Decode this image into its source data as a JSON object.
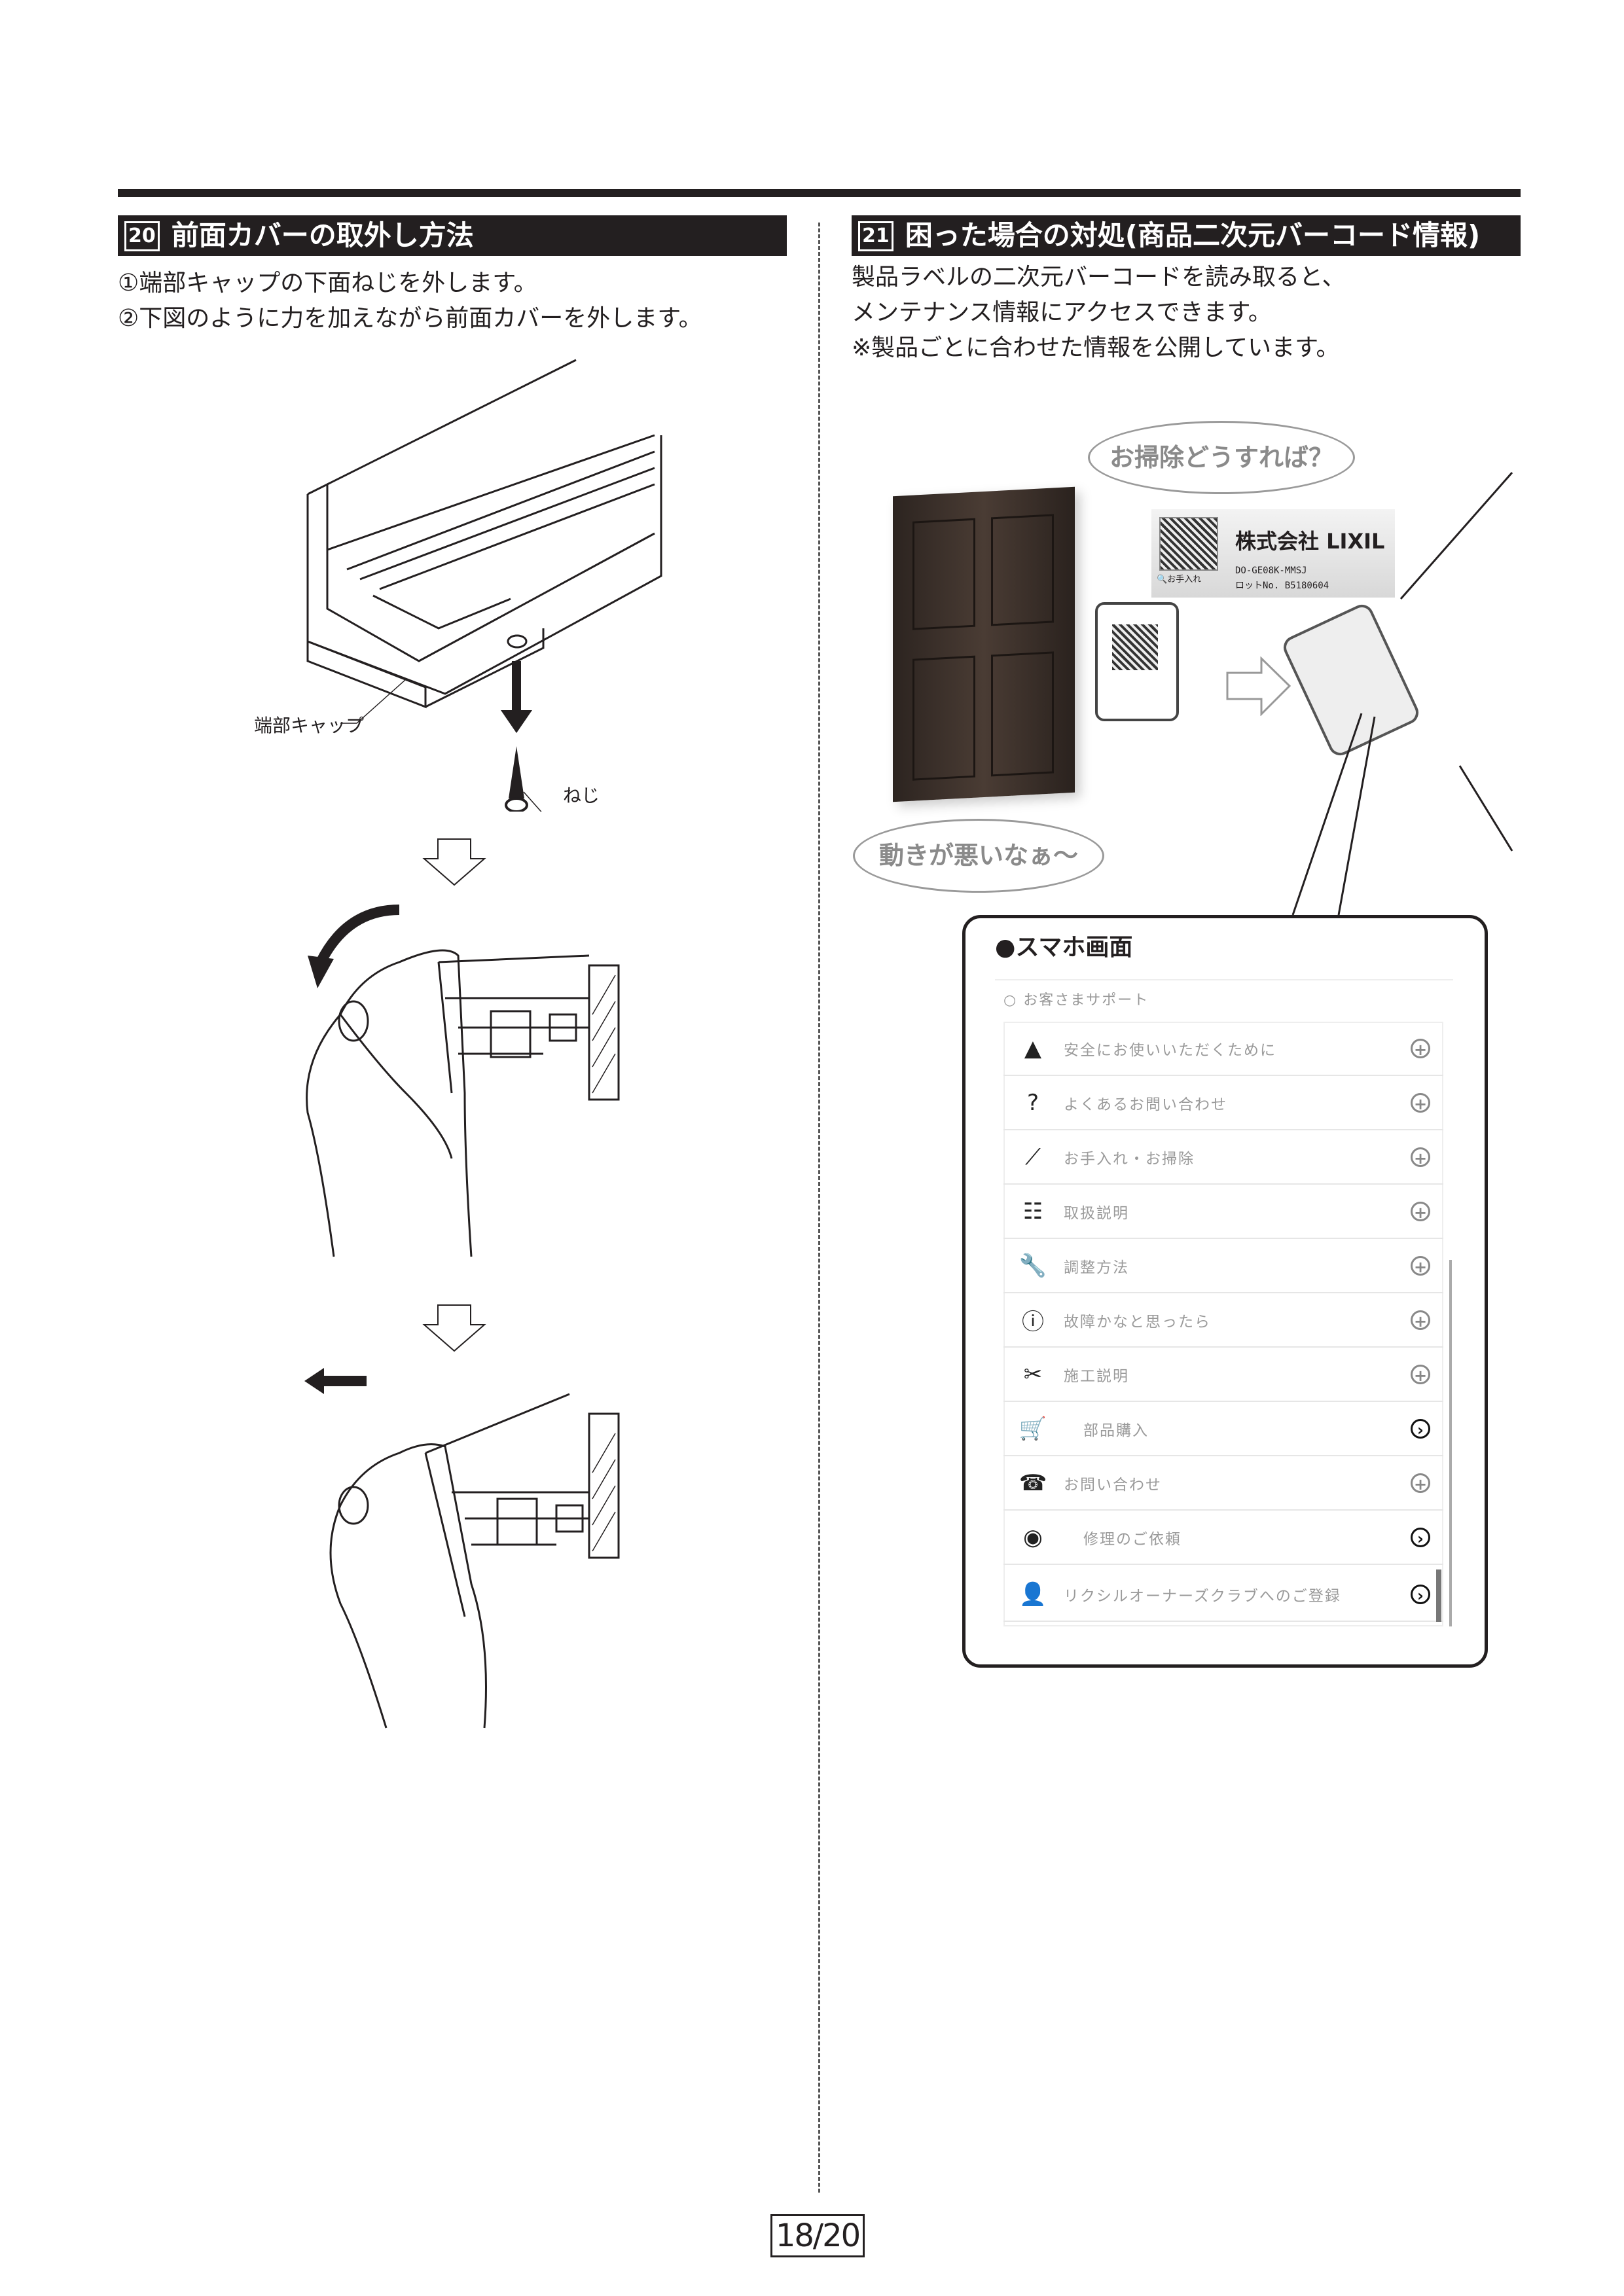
{
  "section20": {
    "number": "20",
    "title": "前面カバーの取外し方法",
    "steps": [
      "①端部キャップの下面ねじを外します。",
      "②下図のように力を加えながら前面カバーを外します。"
    ],
    "labels": {
      "end_cap": "端部キャップ",
      "screw": "ねじ"
    }
  },
  "section21": {
    "number": "21",
    "title": "困った場合の対処(商品二次元バーコード情報)",
    "lines": [
      "製品ラベルの二次元バーコードを読み取ると、",
      "メンテナンス情報にアクセスできます。",
      "※製品ごとに合わせた情報を公開しています。"
    ],
    "bubble_top": "お掃除どうすれば？",
    "bubble_bottom": "動きが悪いなぁ～",
    "product_label": {
      "company": "株式会社 LIXIL",
      "qr_caption": "お手入れ",
      "model": "DO-GE08K-MMSJ",
      "lot": "ロットNo. B5180604"
    },
    "phone_screen": {
      "title": "●スマホ画面",
      "header": "お客さまサポート",
      "items": [
        {
          "label": "安全にお使いいただくために",
          "icon": "warning-icon",
          "action": "plus"
        },
        {
          "label": "よくあるお問い合わせ",
          "icon": "question-icon",
          "action": "plus"
        },
        {
          "label": "お手入れ・お掃除",
          "icon": "broom-icon",
          "action": "plus"
        },
        {
          "label": "取扱説明",
          "icon": "manual-icon",
          "action": "plus"
        },
        {
          "label": "調整方法",
          "icon": "wrench-icon",
          "action": "plus"
        },
        {
          "label": "故障かなと思ったら",
          "icon": "alert-circle-icon",
          "action": "plus"
        },
        {
          "label": "施工説明",
          "icon": "tools-icon",
          "action": "plus"
        },
        {
          "label": "部品購入",
          "icon": "cart-icon",
          "action": "arrow"
        },
        {
          "label": "お問い合わせ",
          "icon": "phone-icon",
          "action": "plus"
        },
        {
          "label": "修理のご依頼",
          "icon": "repair-icon",
          "action": "arrow"
        },
        {
          "label": "リクシルオーナーズクラブへのご登録",
          "icon": "user-icon",
          "action": "arrow"
        }
      ]
    }
  },
  "page": {
    "number": "18/20"
  }
}
